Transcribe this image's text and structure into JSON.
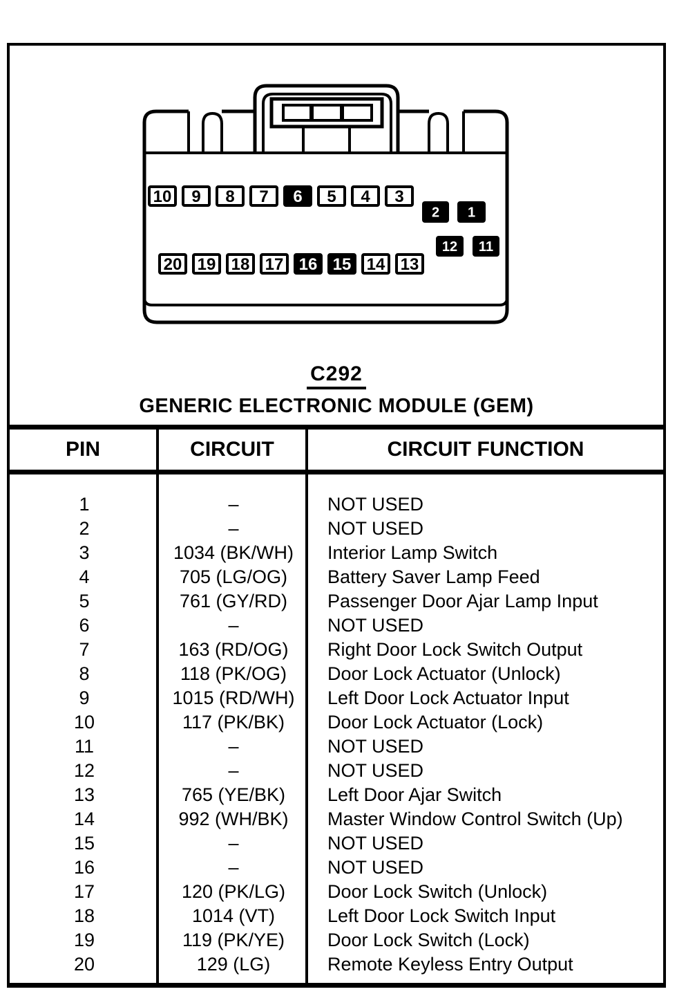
{
  "page": {
    "background": "#ffffff",
    "ink": "#000000"
  },
  "connector": {
    "id": "C292",
    "name": "GENERIC ELECTRONIC MODULE (GEM)",
    "pin_rows": {
      "top": [
        {
          "label": "10",
          "filled": false
        },
        {
          "label": "9",
          "filled": false
        },
        {
          "label": "8",
          "filled": false
        },
        {
          "label": "7",
          "filled": false
        },
        {
          "label": "6",
          "filled": true
        },
        {
          "label": "5",
          "filled": false
        },
        {
          "label": "4",
          "filled": false
        },
        {
          "label": "3",
          "filled": false
        }
      ],
      "bottom": [
        {
          "label": "20",
          "filled": false
        },
        {
          "label": "19",
          "filled": false
        },
        {
          "label": "18",
          "filled": false
        },
        {
          "label": "17",
          "filled": false
        },
        {
          "label": "16",
          "filled": true
        },
        {
          "label": "15",
          "filled": true
        },
        {
          "label": "14",
          "filled": false
        },
        {
          "label": "13",
          "filled": false
        }
      ],
      "right_upper": [
        {
          "label": "2",
          "filled": true
        },
        {
          "label": "1",
          "filled": true
        }
      ],
      "right_lower": [
        {
          "label": "12",
          "filled": true
        },
        {
          "label": "11",
          "filled": true
        }
      ]
    }
  },
  "table": {
    "headers": [
      "PIN",
      "CIRCUIT",
      "CIRCUIT FUNCTION"
    ],
    "rows": [
      {
        "pin": "1",
        "circuit": "–",
        "function": "NOT USED"
      },
      {
        "pin": "2",
        "circuit": "–",
        "function": "NOT USED"
      },
      {
        "pin": "3",
        "circuit": "1034 (BK/WH)",
        "function": "Interior Lamp Switch"
      },
      {
        "pin": "4",
        "circuit": "705 (LG/OG)",
        "function": "Battery Saver Lamp Feed"
      },
      {
        "pin": "5",
        "circuit": "761 (GY/RD)",
        "function": "Passenger Door Ajar Lamp Input"
      },
      {
        "pin": "6",
        "circuit": "–",
        "function": "NOT USED"
      },
      {
        "pin": "7",
        "circuit": "163 (RD/OG)",
        "function": "Right Door Lock Switch Output"
      },
      {
        "pin": "8",
        "circuit": "118 (PK/OG)",
        "function": "Door Lock Actuator (Unlock)"
      },
      {
        "pin": "9",
        "circuit": "1015 (RD/WH)",
        "function": "Left Door Lock Actuator Input"
      },
      {
        "pin": "10",
        "circuit": "117 (PK/BK)",
        "function": "Door Lock Actuator (Lock)"
      },
      {
        "pin": "11",
        "circuit": "–",
        "function": "NOT USED"
      },
      {
        "pin": "12",
        "circuit": "–",
        "function": "NOT USED"
      },
      {
        "pin": "13",
        "circuit": "765 (YE/BK)",
        "function": "Left Door Ajar Switch"
      },
      {
        "pin": "14",
        "circuit": "992 (WH/BK)",
        "function": "Master Window Control Switch (Up)"
      },
      {
        "pin": "15",
        "circuit": "–",
        "function": "NOT USED"
      },
      {
        "pin": "16",
        "circuit": "–",
        "function": "NOT USED"
      },
      {
        "pin": "17",
        "circuit": "120 (PK/LG)",
        "function": "Door Lock Switch (Unlock)"
      },
      {
        "pin": "18",
        "circuit": "1014 (VT)",
        "function": "Left Door Lock Switch Input"
      },
      {
        "pin": "19",
        "circuit": "119 (PK/YE)",
        "function": "Door Lock Switch (Lock)"
      },
      {
        "pin": "20",
        "circuit": "129 (LG)",
        "function": "Remote Keyless Entry Output"
      }
    ]
  }
}
